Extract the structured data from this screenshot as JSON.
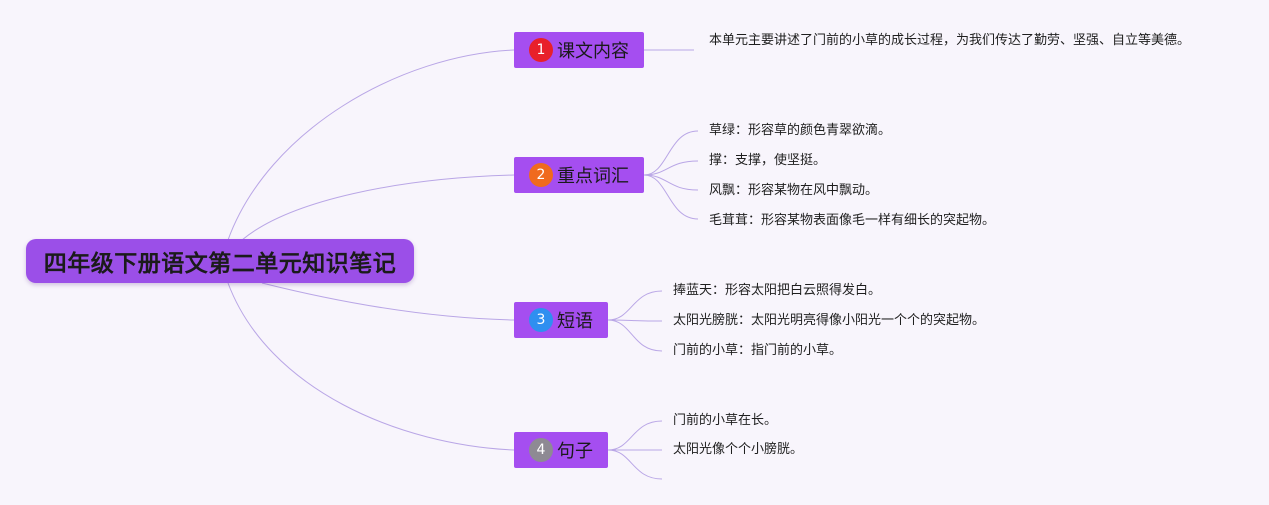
{
  "root": {
    "title": "四年级下册语文第二单元知识笔记"
  },
  "colors": {
    "root_fill": "#9b4fe8",
    "branch_fill": "#a54ef0",
    "connector": "#b9a6e6",
    "badge_1": "#e8202a",
    "badge_2": "#f06a1e",
    "badge_3": "#2f8ff0",
    "badge_4": "#8e8a93"
  },
  "branches": [
    {
      "number": "1",
      "label": "课文内容",
      "badge_color": "#e8202a",
      "items": [
        "本单元主要讲述了门前的小草的成长过程，为我们传达了勤劳、坚强、自立等美德。"
      ]
    },
    {
      "number": "2",
      "label": "重点词汇",
      "badge_color": "#f06a1e",
      "items": [
        "草绿：形容草的颜色青翠欲滴。",
        "撑：支撑，使坚挺。",
        "风飘：形容某物在风中飘动。",
        "毛茸茸：形容某物表面像毛一样有细长的突起物。"
      ]
    },
    {
      "number": "3",
      "label": "短语",
      "badge_color": "#2f8ff0",
      "items": [
        "捧蓝天：形容太阳把白云照得发白。",
        "太阳光膀胱：太阳光明亮得像小阳光一个个的突起物。",
        "门前的小草：指门前的小草。"
      ]
    },
    {
      "number": "4",
      "label": "句子",
      "badge_color": "#8e8a93",
      "items": [
        "门前的小草在长。",
        "太阳光像个个小膀胱。"
      ]
    }
  ]
}
